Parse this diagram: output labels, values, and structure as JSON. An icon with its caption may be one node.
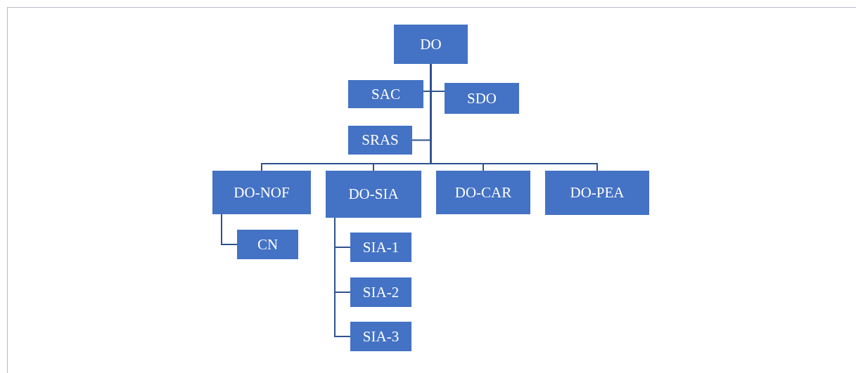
{
  "diagram": {
    "nodes": [
      {
        "text": [
          "DO"
        ]
      },
      {
        "text": [
          "SAC"
        ]
      },
      {
        "text": [
          "SDO"
        ]
      },
      {
        "text": [
          "SRAS"
        ]
      },
      {
        "text": [
          "DO-NOF"
        ]
      },
      {
        "text": [
          "DO-SIA"
        ]
      },
      {
        "text": [
          "DO-CAR"
        ]
      },
      {
        "text": [
          "DO-PEA"
        ]
      },
      {
        "text": [
          "CN"
        ]
      },
      {
        "text": [
          "SIA-1"
        ]
      },
      {
        "text": [
          "SIA-2"
        ]
      },
      {
        "text": [
          "SIA-3"
        ]
      }
    ],
    "edges": [
      {
        "from": 0,
        "to": 1,
        "arrow": "none"
      },
      {
        "from": 0,
        "to": 2,
        "arrow": "none"
      },
      {
        "from": 0,
        "to": 3,
        "arrow": "none"
      },
      {
        "from": 0,
        "to": 4,
        "arrow": "none"
      },
      {
        "from": 0,
        "to": 5,
        "arrow": "none"
      },
      {
        "from": 0,
        "to": 6,
        "arrow": "none"
      },
      {
        "from": 0,
        "to": 7,
        "arrow": "none"
      },
      {
        "from": 4,
        "to": 8,
        "arrow": "none"
      },
      {
        "from": 5,
        "to": 9,
        "arrow": "none"
      },
      {
        "from": 5,
        "to": 10,
        "arrow": "none"
      },
      {
        "from": 5,
        "to": 11,
        "arrow": "none"
      }
    ]
  }
}
